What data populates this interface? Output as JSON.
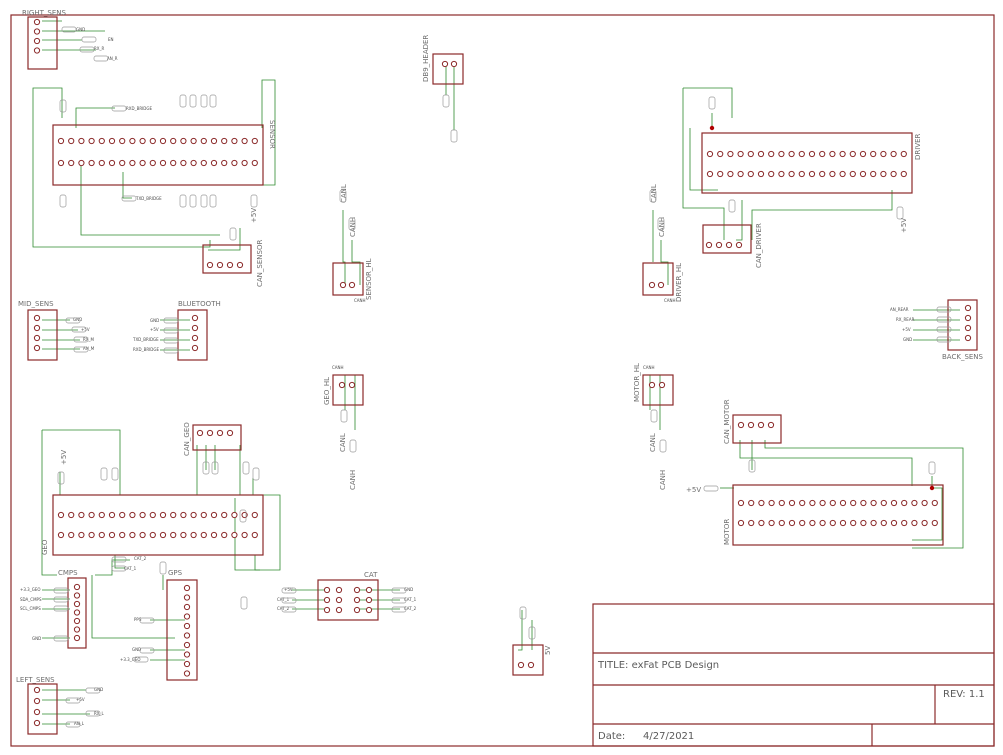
{
  "title_block": {
    "title": "TITLE: exFat PCB Design",
    "rev": "REV: 1.1",
    "date_label": "Date:",
    "date_value": "4/27/2021"
  },
  "connectors": {
    "right_sens": "RIGHT_SENS",
    "mid_sens": "MID_SENS",
    "bluetooth": "BLUETOOTH",
    "left_sens": "LEFT_SENS",
    "cmps": "CMPS",
    "gps": "GPS",
    "cat": "CAT",
    "back_sens": "BACK_SENS",
    "db9_header": "DB9_HEADER",
    "sensor": "SENSOR",
    "can_sensor": "CAN_SENSOR",
    "sensor_hl": "SENSOR_HL",
    "driver": "DRIVER",
    "can_driver": "CAN_DRIVER",
    "driver_hl": "DRIVER_HL",
    "geo_hl": "GEO_HL",
    "can_geo": "CAN_GEO",
    "geo": "GEO",
    "motor_hl": "MOTOR_HL",
    "can_motor": "CAN_MOTOR",
    "motor": "MOTOR",
    "five_v": "5V"
  },
  "nets": {
    "canl": "CANL",
    "canh": "CANH",
    "plus5v": "+5V",
    "gnd": "GND",
    "txd_bridge": "TXD_BRIDGE",
    "rxd_bridge": "RXD_BRIDGE",
    "an_rear": "AN_REAR",
    "rx_rear": "RX_REAR",
    "plus3v3": "+3.3_GEO",
    "sda_cmps": "SDA_CMPS",
    "scl_cmps": "SCL_CMPS",
    "cat_1": "CAT_1",
    "cat_2": "CAT_2",
    "pps": "PPS",
    "rx_l": "RX_L",
    "an_l": "AN_L",
    "rx_r": "RX_R",
    "an_r": "AN_R",
    "rx_m": "RX_M",
    "an_m": "AN_M",
    "en": "EN"
  }
}
